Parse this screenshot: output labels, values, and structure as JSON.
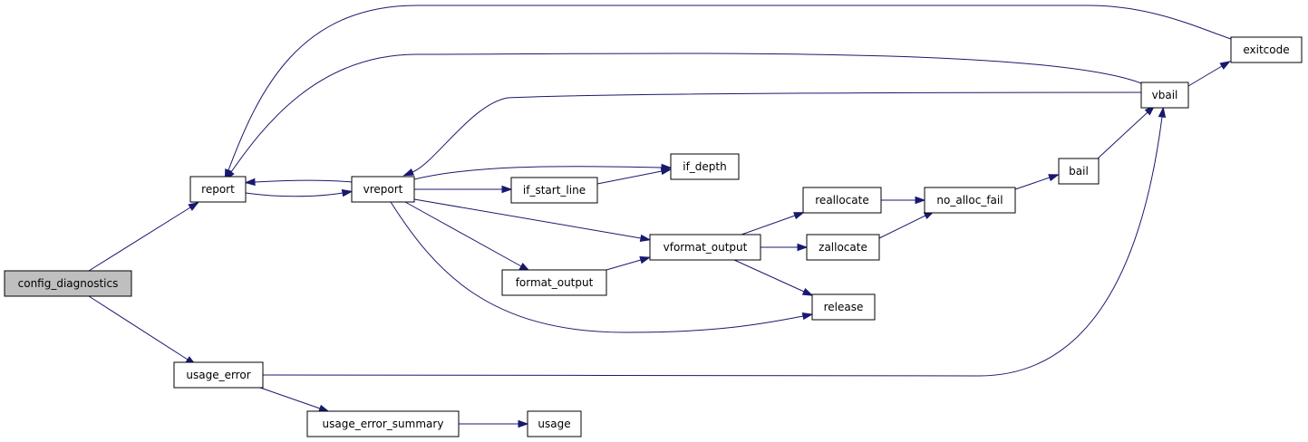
{
  "graph": {
    "root": "config_diagnostics",
    "colors": {
      "edge": "#191970",
      "root_fill": "#bfbfbf",
      "node_fill": "#ffffff",
      "border": "#000000"
    },
    "nodes": {
      "config_diagnostics": "config_diagnostics",
      "report": "report",
      "usage_error": "usage_error",
      "vreport": "vreport",
      "usage_error_summary": "usage_error_summary",
      "usage": "usage",
      "if_start_line": "if_start_line",
      "format_output": "format_output",
      "if_depth": "if_depth",
      "vformat_output": "vformat_output",
      "reallocate": "reallocate",
      "zallocate": "zallocate",
      "release": "release",
      "no_alloc_fail": "no_alloc_fail",
      "bail": "bail",
      "vbail": "vbail",
      "exitcode": "exitcode"
    },
    "edges": [
      [
        "config_diagnostics",
        "report"
      ],
      [
        "config_diagnostics",
        "usage_error"
      ],
      [
        "report",
        "vreport"
      ],
      [
        "vreport",
        "report"
      ],
      [
        "vreport",
        "if_depth"
      ],
      [
        "vreport",
        "if_start_line"
      ],
      [
        "vreport",
        "vformat_output"
      ],
      [
        "vreport",
        "format_output"
      ],
      [
        "vreport",
        "release"
      ],
      [
        "if_start_line",
        "if_depth"
      ],
      [
        "format_output",
        "vformat_output"
      ],
      [
        "vformat_output",
        "reallocate"
      ],
      [
        "vformat_output",
        "zallocate"
      ],
      [
        "vformat_output",
        "release"
      ],
      [
        "reallocate",
        "no_alloc_fail"
      ],
      [
        "zallocate",
        "no_alloc_fail"
      ],
      [
        "no_alloc_fail",
        "bail"
      ],
      [
        "bail",
        "vbail"
      ],
      [
        "vbail",
        "exitcode"
      ],
      [
        "vbail",
        "report"
      ],
      [
        "vbail",
        "vreport"
      ],
      [
        "exitcode",
        "report"
      ],
      [
        "usage_error",
        "vbail"
      ],
      [
        "usage_error",
        "usage_error_summary"
      ],
      [
        "usage_error_summary",
        "usage"
      ]
    ]
  }
}
